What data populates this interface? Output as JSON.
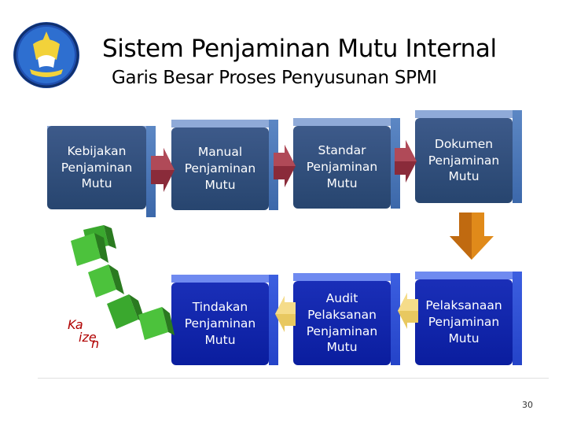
{
  "header": {
    "title": "Sistem Penjaminan Mutu Internal",
    "subtitle": "Garis Besar Proses Penyusunan SPMI"
  },
  "logo": {
    "icon": "tut-wuri-handayani-emblem"
  },
  "boxes_top": [
    {
      "text": "Kebijakan\nPenjaminan\nMutu"
    },
    {
      "text": "Manual\nPenjaminan\nMutu"
    },
    {
      "text": "Standar\nPenjaminan\nMutu"
    },
    {
      "text": "Dokumen\nPenjaminan\nMutu"
    }
  ],
  "boxes_bottom": [
    {
      "text": "Tindakan\nPenjaminan\nMutu"
    },
    {
      "text": "Audit\nPelaksanan\nPenjaminan\nMutu"
    },
    {
      "text": "Pelaksanaan\nPenjaminan\nMutu"
    }
  ],
  "side_label": {
    "part1": "Ka",
    "part2": "ize",
    "part3": "n"
  },
  "footer": {
    "page_number": "30"
  },
  "colors": {
    "box_top": "#2f4c7c",
    "box_bottom": "#0f22a8",
    "arrow_right": "#8a2b3a",
    "arrow_left": "#e0c060",
    "arrow_down": "#e08a1a",
    "arrow_green": "#3aa82e"
  }
}
